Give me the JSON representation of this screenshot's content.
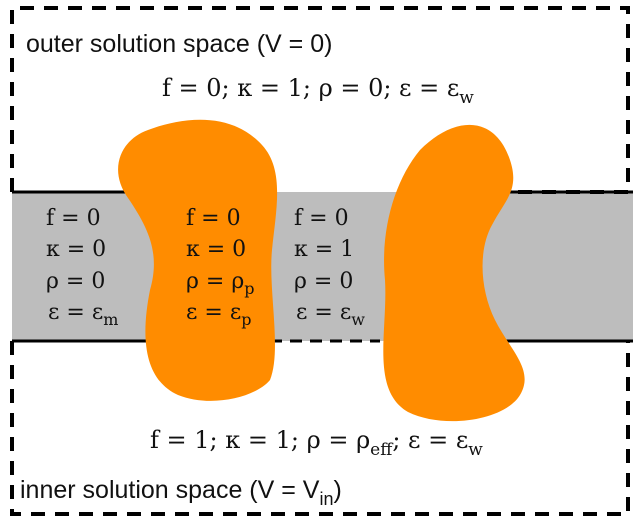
{
  "colors": {
    "membrane": "#bdbdbd",
    "protein": "#ff8c00",
    "boundary": "#000000",
    "background": "#ffffff"
  },
  "outer_space": {
    "label": "outer solution space (V = 0)",
    "params": "f = 0; κ = 1; ρ = 0; ε = ε",
    "params_sub": "w"
  },
  "inner_space": {
    "label": "inner solution space (V = V",
    "label_sub": "in",
    "label_close": ")",
    "params_a": "f = 1; κ = 1; ρ = ρ",
    "params_sub1": "eff",
    "params_b": "; ε = ε",
    "params_sub2": "w"
  },
  "membrane_column": {
    "f": "f = 0",
    "kappa": "κ = 0",
    "rho": "ρ = 0",
    "eps": "ε = ε",
    "eps_sub": "m"
  },
  "protein_column": {
    "f": "f = 0",
    "kappa": "κ = 0",
    "rho": "ρ = ρ",
    "rho_sub": "p",
    "eps": "ε = ε",
    "eps_sub": "p"
  },
  "pore_column": {
    "f": "f = 0",
    "kappa": "κ = 1",
    "rho": "ρ = 0",
    "eps": "ε = ε",
    "eps_sub": "w"
  }
}
